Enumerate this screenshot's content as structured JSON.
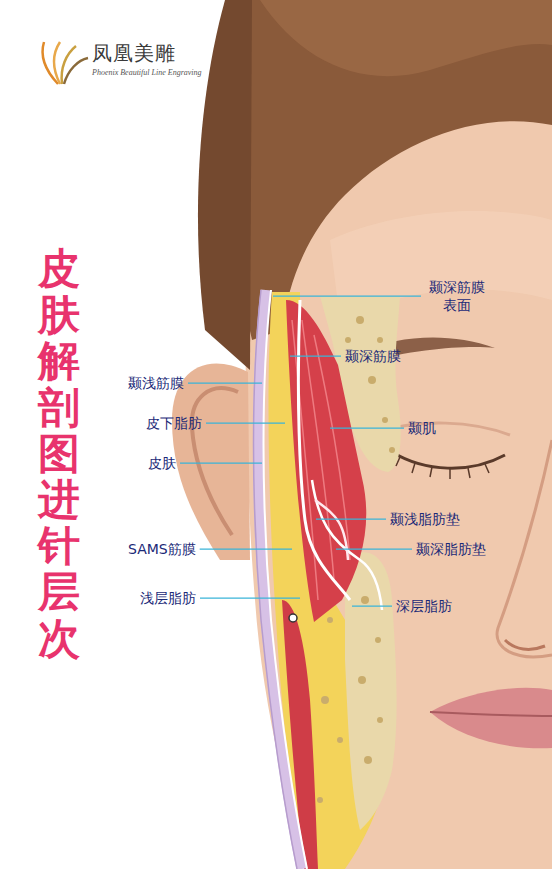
{
  "diagram": {
    "title": "皮肤解剖图进针层次",
    "labels": [
      "凤凰美雕",
      "Phoenix Beautiful Line Engraving",
      "颞深筋膜 表面",
      "颞深筋膜",
      "颞浅筋膜",
      "皮下脂肪",
      "颞肌",
      "皮肤",
      "颞浅脂肪垫",
      "SAMS筋膜",
      "颞深脂肪垫",
      "浅层脂肪",
      "深层脂肪"
    ]
  }
}
